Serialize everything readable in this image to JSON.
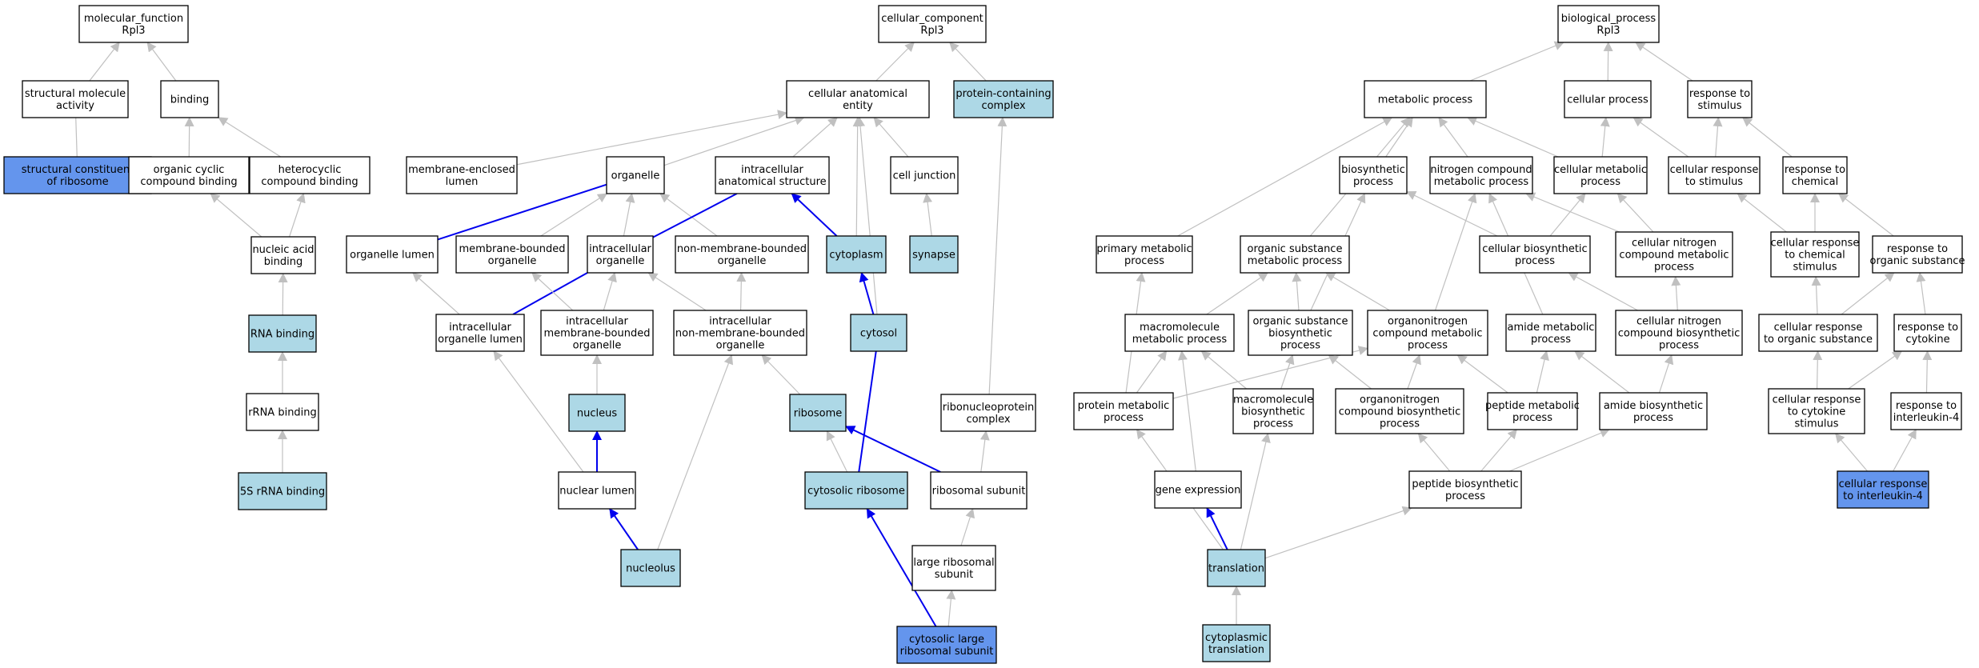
{
  "colors": {
    "plain": "#ffffff",
    "light": "#add8e6",
    "dark": "#6495ed",
    "edge_grey": "#c0c0c0",
    "edge_blue": "#0000ee"
  },
  "nodes": [
    {
      "id": "mf",
      "lines": [
        "molecular_function",
        "Rpl3"
      ],
      "fill": "plain"
    },
    {
      "id": "smact",
      "lines": [
        "structural molecule",
        "activity"
      ],
      "fill": "plain"
    },
    {
      "id": "binding",
      "lines": [
        "binding"
      ],
      "fill": "plain"
    },
    {
      "id": "scrib",
      "lines": [
        "structural constituent",
        "of ribosome"
      ],
      "fill": "dark"
    },
    {
      "id": "occb",
      "lines": [
        "organic cyclic",
        "compound binding"
      ],
      "fill": "plain"
    },
    {
      "id": "hccb",
      "lines": [
        "heterocyclic",
        "compound binding"
      ],
      "fill": "plain"
    },
    {
      "id": "nab",
      "lines": [
        "nucleic acid",
        "binding"
      ],
      "fill": "plain"
    },
    {
      "id": "rnab",
      "lines": [
        "RNA binding"
      ],
      "fill": "light"
    },
    {
      "id": "rrnab",
      "lines": [
        "rRNA binding"
      ],
      "fill": "plain"
    },
    {
      "id": "r5s",
      "lines": [
        "5S rRNA binding"
      ],
      "fill": "light"
    },
    {
      "id": "cc",
      "lines": [
        "cellular_component",
        "Rpl3"
      ],
      "fill": "plain"
    },
    {
      "id": "cae",
      "lines": [
        "cellular anatomical",
        "entity"
      ],
      "fill": "plain"
    },
    {
      "id": "pcc",
      "lines": [
        "protein-containing",
        "complex"
      ],
      "fill": "light"
    },
    {
      "id": "mel",
      "lines": [
        "membrane-enclosed",
        "lumen"
      ],
      "fill": "plain"
    },
    {
      "id": "organelle",
      "lines": [
        "organelle"
      ],
      "fill": "plain"
    },
    {
      "id": "ias",
      "lines": [
        "intracellular",
        "anatomical structure"
      ],
      "fill": "plain"
    },
    {
      "id": "cj",
      "lines": [
        "cell junction"
      ],
      "fill": "plain"
    },
    {
      "id": "ol",
      "lines": [
        "organelle lumen"
      ],
      "fill": "plain"
    },
    {
      "id": "mbo",
      "lines": [
        "membrane-bounded",
        "organelle"
      ],
      "fill": "plain"
    },
    {
      "id": "io",
      "lines": [
        "intracellular",
        "organelle"
      ],
      "fill": "plain"
    },
    {
      "id": "nmbo",
      "lines": [
        "non-membrane-bounded",
        "organelle"
      ],
      "fill": "plain"
    },
    {
      "id": "cytoplasm",
      "lines": [
        "cytoplasm"
      ],
      "fill": "light"
    },
    {
      "id": "synapse",
      "lines": [
        "synapse"
      ],
      "fill": "light"
    },
    {
      "id": "iol",
      "lines": [
        "intracellular",
        "organelle lumen"
      ],
      "fill": "plain"
    },
    {
      "id": "imbo",
      "lines": [
        "intracellular",
        "membrane-bounded",
        "organelle"
      ],
      "fill": "plain"
    },
    {
      "id": "inmbo",
      "lines": [
        "intracellular",
        "non-membrane-bounded",
        "organelle"
      ],
      "fill": "plain"
    },
    {
      "id": "cytosol",
      "lines": [
        "cytosol"
      ],
      "fill": "light"
    },
    {
      "id": "nucleus",
      "lines": [
        "nucleus"
      ],
      "fill": "light"
    },
    {
      "id": "ribosome",
      "lines": [
        "ribosome"
      ],
      "fill": "light"
    },
    {
      "id": "rnpc",
      "lines": [
        "ribonucleoprotein",
        "complex"
      ],
      "fill": "plain"
    },
    {
      "id": "nl",
      "lines": [
        "nuclear lumen"
      ],
      "fill": "plain"
    },
    {
      "id": "cr",
      "lines": [
        "cytosolic ribosome"
      ],
      "fill": "light"
    },
    {
      "id": "rs",
      "lines": [
        "ribosomal subunit"
      ],
      "fill": "plain"
    },
    {
      "id": "nucleolus",
      "lines": [
        "nucleolus"
      ],
      "fill": "light"
    },
    {
      "id": "lrs",
      "lines": [
        "large ribosomal",
        "subunit"
      ],
      "fill": "plain"
    },
    {
      "id": "clrs",
      "lines": [
        "cytosolic large",
        "ribosomal subunit"
      ],
      "fill": "dark"
    },
    {
      "id": "bp",
      "lines": [
        "biological_process",
        "Rpl3"
      ],
      "fill": "plain"
    },
    {
      "id": "mp",
      "lines": [
        "metabolic process"
      ],
      "fill": "plain"
    },
    {
      "id": "cp",
      "lines": [
        "cellular process"
      ],
      "fill": "plain"
    },
    {
      "id": "rts",
      "lines": [
        "response to",
        "stimulus"
      ],
      "fill": "plain"
    },
    {
      "id": "bsp",
      "lines": [
        "biosynthetic",
        "process"
      ],
      "fill": "plain"
    },
    {
      "id": "ncmp",
      "lines": [
        "nitrogen compound",
        "metabolic process"
      ],
      "fill": "plain"
    },
    {
      "id": "cmp",
      "lines": [
        "cellular metabolic",
        "process"
      ],
      "fill": "plain"
    },
    {
      "id": "crts",
      "lines": [
        "cellular response",
        "to stimulus"
      ],
      "fill": "plain"
    },
    {
      "id": "rtc",
      "lines": [
        "response to",
        "chemical"
      ],
      "fill": "plain"
    },
    {
      "id": "pmp",
      "lines": [
        "primary metabolic",
        "process"
      ],
      "fill": "plain"
    },
    {
      "id": "osmp",
      "lines": [
        "organic substance",
        "metabolic process"
      ],
      "fill": "plain"
    },
    {
      "id": "cbp",
      "lines": [
        "cellular biosynthetic",
        "process"
      ],
      "fill": "plain"
    },
    {
      "id": "cncmp",
      "lines": [
        "cellular nitrogen",
        "compound metabolic",
        "process"
      ],
      "fill": "plain"
    },
    {
      "id": "crtcs",
      "lines": [
        "cellular response",
        "to chemical",
        "stimulus"
      ],
      "fill": "plain"
    },
    {
      "id": "rtos",
      "lines": [
        "response to",
        "organic substance"
      ],
      "fill": "plain"
    },
    {
      "id": "mmp",
      "lines": [
        "macromolecule",
        "metabolic process"
      ],
      "fill": "plain"
    },
    {
      "id": "osbp",
      "lines": [
        "organic substance",
        "biosynthetic",
        "process"
      ],
      "fill": "plain"
    },
    {
      "id": "oncmp",
      "lines": [
        "organonitrogen",
        "compound metabolic",
        "process"
      ],
      "fill": "plain"
    },
    {
      "id": "amp",
      "lines": [
        "amide metabolic",
        "process"
      ],
      "fill": "plain"
    },
    {
      "id": "cncbp",
      "lines": [
        "cellular nitrogen",
        "compound biosynthetic",
        "process"
      ],
      "fill": "plain"
    },
    {
      "id": "crtos",
      "lines": [
        "cellular response",
        "to organic substance"
      ],
      "fill": "plain"
    },
    {
      "id": "rtcyt",
      "lines": [
        "response to",
        "cytokine"
      ],
      "fill": "plain"
    },
    {
      "id": "prmp",
      "lines": [
        "protein metabolic",
        "process"
      ],
      "fill": "plain"
    },
    {
      "id": "mbp",
      "lines": [
        "macromolecule",
        "biosynthetic",
        "process"
      ],
      "fill": "plain"
    },
    {
      "id": "oncbp",
      "lines": [
        "organonitrogen",
        "compound biosynthetic",
        "process"
      ],
      "fill": "plain"
    },
    {
      "id": "pepmp",
      "lines": [
        "peptide metabolic",
        "process"
      ],
      "fill": "plain"
    },
    {
      "id": "abp",
      "lines": [
        "amide biosynthetic",
        "process"
      ],
      "fill": "plain"
    },
    {
      "id": "crtcs2",
      "lines": [
        "cellular response",
        "to cytokine",
        "stimulus"
      ],
      "fill": "plain"
    },
    {
      "id": "rti4",
      "lines": [
        "response to",
        "interleukin-4"
      ],
      "fill": "plain"
    },
    {
      "id": "ge",
      "lines": [
        "gene expression"
      ],
      "fill": "plain"
    },
    {
      "id": "pbp",
      "lines": [
        "peptide biosynthetic",
        "process"
      ],
      "fill": "plain"
    },
    {
      "id": "cri4",
      "lines": [
        "cellular response",
        "to interleukin-4"
      ],
      "fill": "dark"
    },
    {
      "id": "translation",
      "lines": [
        "translation"
      ],
      "fill": "light"
    },
    {
      "id": "ct",
      "lines": [
        "cytoplasmic",
        "translation"
      ],
      "fill": "light"
    }
  ],
  "edges": [
    {
      "from": "smact",
      "to": "mf",
      "color": "grey"
    },
    {
      "from": "binding",
      "to": "mf",
      "color": "grey"
    },
    {
      "from": "scrib",
      "to": "smact",
      "color": "grey"
    },
    {
      "from": "occb",
      "to": "binding",
      "color": "grey"
    },
    {
      "from": "hccb",
      "to": "binding",
      "color": "grey"
    },
    {
      "from": "nab",
      "to": "occb",
      "color": "grey"
    },
    {
      "from": "nab",
      "to": "hccb",
      "color": "grey"
    },
    {
      "from": "rnab",
      "to": "nab",
      "color": "grey"
    },
    {
      "from": "rrnab",
      "to": "rnab",
      "color": "grey"
    },
    {
      "from": "r5s",
      "to": "rrnab",
      "color": "grey"
    },
    {
      "from": "cae",
      "to": "cc",
      "color": "grey"
    },
    {
      "from": "pcc",
      "to": "cc",
      "color": "grey"
    },
    {
      "from": "mel",
      "to": "cae",
      "color": "grey"
    },
    {
      "from": "organelle",
      "to": "cae",
      "color": "grey"
    },
    {
      "from": "ias",
      "to": "cae",
      "color": "grey"
    },
    {
      "from": "cj",
      "to": "cae",
      "color": "grey"
    },
    {
      "from": "cytoplasm",
      "to": "cae",
      "color": "grey"
    },
    {
      "from": "cytosol",
      "to": "cae",
      "color": "grey"
    },
    {
      "from": "ol",
      "to": "organelle",
      "color": "blue"
    },
    {
      "from": "mbo",
      "to": "organelle",
      "color": "grey"
    },
    {
      "from": "io",
      "to": "organelle",
      "color": "grey"
    },
    {
      "from": "nmbo",
      "to": "organelle",
      "color": "grey"
    },
    {
      "from": "io",
      "to": "ias",
      "color": "blue"
    },
    {
      "from": "cytoplasm",
      "to": "ias",
      "color": "blue"
    },
    {
      "from": "synapse",
      "to": "cj",
      "color": "grey"
    },
    {
      "from": "iol",
      "to": "ol",
      "color": "grey"
    },
    {
      "from": "iol",
      "to": "io",
      "color": "blue"
    },
    {
      "from": "imbo",
      "to": "mbo",
      "color": "grey"
    },
    {
      "from": "imbo",
      "to": "io",
      "color": "grey"
    },
    {
      "from": "inmbo",
      "to": "io",
      "color": "grey"
    },
    {
      "from": "inmbo",
      "to": "nmbo",
      "color": "grey"
    },
    {
      "from": "cytosol",
      "to": "cytoplasm",
      "color": "blue"
    },
    {
      "from": "nucleus",
      "to": "imbo",
      "color": "grey"
    },
    {
      "from": "ribosome",
      "to": "inmbo",
      "color": "grey"
    },
    {
      "from": "nl",
      "to": "iol",
      "color": "grey"
    },
    {
      "from": "nl",
      "to": "nucleus",
      "color": "blue"
    },
    {
      "from": "nucleolus",
      "to": "nl",
      "color": "blue"
    },
    {
      "from": "nucleolus",
      "to": "inmbo",
      "color": "grey"
    },
    {
      "from": "rnpc",
      "to": "pcc",
      "color": "grey"
    },
    {
      "from": "cr",
      "to": "ribosome",
      "color": "grey"
    },
    {
      "from": "cr",
      "to": "cytosol",
      "color": "blue"
    },
    {
      "from": "rs",
      "to": "ribosome",
      "color": "blue"
    },
    {
      "from": "rs",
      "to": "rnpc",
      "color": "grey"
    },
    {
      "from": "lrs",
      "to": "rs",
      "color": "grey"
    },
    {
      "from": "clrs",
      "to": "lrs",
      "color": "grey"
    },
    {
      "from": "clrs",
      "to": "cr",
      "color": "blue"
    },
    {
      "from": "mp",
      "to": "bp",
      "color": "grey"
    },
    {
      "from": "cp",
      "to": "bp",
      "color": "grey"
    },
    {
      "from": "rts",
      "to": "bp",
      "color": "grey"
    },
    {
      "from": "bsp",
      "to": "mp",
      "color": "grey"
    },
    {
      "from": "ncmp",
      "to": "mp",
      "color": "grey"
    },
    {
      "from": "cmp",
      "to": "mp",
      "color": "grey"
    },
    {
      "from": "cmp",
      "to": "cp",
      "color": "grey"
    },
    {
      "from": "crts",
      "to": "cp",
      "color": "grey"
    },
    {
      "from": "crts",
      "to": "rts",
      "color": "grey"
    },
    {
      "from": "rtc",
      "to": "rts",
      "color": "grey"
    },
    {
      "from": "pmp",
      "to": "mp",
      "color": "grey"
    },
    {
      "from": "osmp",
      "to": "mp",
      "color": "grey"
    },
    {
      "from": "cbp",
      "to": "bsp",
      "color": "grey"
    },
    {
      "from": "cbp",
      "to": "cmp",
      "color": "grey"
    },
    {
      "from": "cncmp",
      "to": "ncmp",
      "color": "grey"
    },
    {
      "from": "cncmp",
      "to": "cmp",
      "color": "grey"
    },
    {
      "from": "crtcs",
      "to": "crts",
      "color": "grey"
    },
    {
      "from": "crtcs",
      "to": "rtc",
      "color": "grey"
    },
    {
      "from": "rtos",
      "to": "rtc",
      "color": "grey"
    },
    {
      "from": "mmp",
      "to": "osmp",
      "color": "grey"
    },
    {
      "from": "osbp",
      "to": "osmp",
      "color": "grey"
    },
    {
      "from": "osbp",
      "to": "bsp",
      "color": "grey"
    },
    {
      "from": "oncmp",
      "to": "osmp",
      "color": "grey"
    },
    {
      "from": "oncmp",
      "to": "ncmp",
      "color": "grey"
    },
    {
      "from": "amp",
      "to": "ncmp",
      "color": "grey"
    },
    {
      "from": "cncbp",
      "to": "cbp",
      "color": "grey"
    },
    {
      "from": "cncbp",
      "to": "cncmp",
      "color": "grey"
    },
    {
      "from": "crtos",
      "to": "crtcs",
      "color": "grey"
    },
    {
      "from": "crtos",
      "to": "rtos",
      "color": "grey"
    },
    {
      "from": "rtcyt",
      "to": "rtos",
      "color": "grey"
    },
    {
      "from": "prmp",
      "to": "pmp",
      "color": "grey"
    },
    {
      "from": "prmp",
      "to": "mmp",
      "color": "grey"
    },
    {
      "from": "prmp",
      "to": "oncmp",
      "color": "grey"
    },
    {
      "from": "mbp",
      "to": "mmp",
      "color": "grey"
    },
    {
      "from": "mbp",
      "to": "osbp",
      "color": "grey"
    },
    {
      "from": "oncbp",
      "to": "oncmp",
      "color": "grey"
    },
    {
      "from": "oncbp",
      "to": "osbp",
      "color": "grey"
    },
    {
      "from": "pepmp",
      "to": "oncmp",
      "color": "grey"
    },
    {
      "from": "pepmp",
      "to": "amp",
      "color": "grey"
    },
    {
      "from": "abp",
      "to": "amp",
      "color": "grey"
    },
    {
      "from": "abp",
      "to": "cncbp",
      "color": "grey"
    },
    {
      "from": "crtcs2",
      "to": "crtos",
      "color": "grey"
    },
    {
      "from": "crtcs2",
      "to": "rtcyt",
      "color": "grey"
    },
    {
      "from": "rti4",
      "to": "rtcyt",
      "color": "grey"
    },
    {
      "from": "ge",
      "to": "mmp",
      "color": "grey"
    },
    {
      "from": "pbp",
      "to": "oncbp",
      "color": "grey"
    },
    {
      "from": "pbp",
      "to": "pepmp",
      "color": "grey"
    },
    {
      "from": "pbp",
      "to": "abp",
      "color": "grey"
    },
    {
      "from": "cri4",
      "to": "crtcs2",
      "color": "grey"
    },
    {
      "from": "cri4",
      "to": "rti4",
      "color": "grey"
    },
    {
      "from": "translation",
      "to": "ge",
      "color": "blue"
    },
    {
      "from": "translation",
      "to": "prmp",
      "color": "grey"
    },
    {
      "from": "translation",
      "to": "mbp",
      "color": "grey"
    },
    {
      "from": "translation",
      "to": "pbp",
      "color": "grey"
    },
    {
      "from": "ct",
      "to": "translation",
      "color": "grey"
    }
  ]
}
